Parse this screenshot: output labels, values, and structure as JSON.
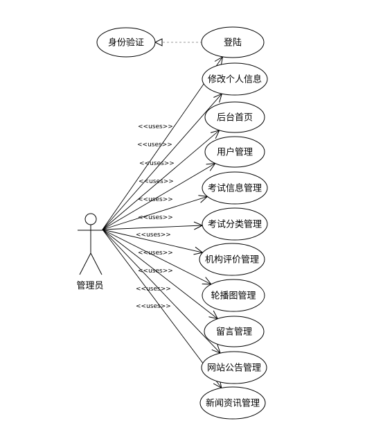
{
  "actor": {
    "name": "管理员"
  },
  "verify_case": {
    "label": "身份验证"
  },
  "use_cases": [
    {
      "id": "login",
      "label": "登陆"
    },
    {
      "id": "profile",
      "label": "修改个人信息"
    },
    {
      "id": "home",
      "label": "后台首页"
    },
    {
      "id": "users",
      "label": "用户管理"
    },
    {
      "id": "exam-info",
      "label": "考试信息管理"
    },
    {
      "id": "exam-category",
      "label": "考试分类管理"
    },
    {
      "id": "org-review",
      "label": "机构评价管理"
    },
    {
      "id": "carousel",
      "label": "轮播图管理"
    },
    {
      "id": "messages",
      "label": "留言管理"
    },
    {
      "id": "announcements",
      "label": "网站公告管理"
    },
    {
      "id": "news",
      "label": "新闻资讯管理"
    }
  ],
  "relation_label": "<<uses>>"
}
